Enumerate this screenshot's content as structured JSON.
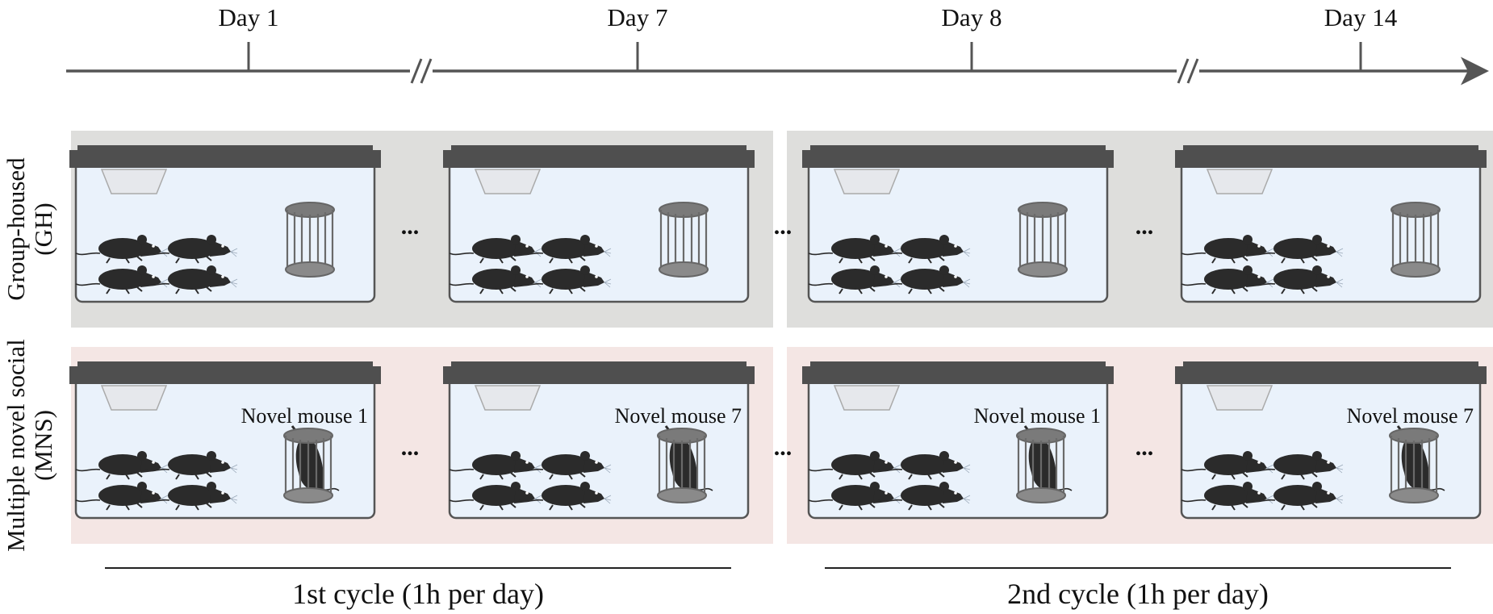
{
  "timeline": {
    "days": [
      {
        "label": "Day 1"
      },
      {
        "label": "Day 7"
      },
      {
        "label": "Day 8"
      },
      {
        "label": "Day 14"
      }
    ]
  },
  "rows": [
    {
      "label_line1": "Group-housed",
      "label_line2": "(GH)",
      "background": "#dededc"
    },
    {
      "label_line1": "Multiple novel social",
      "label_line2": "(MNS)",
      "background": "#f4e6e4"
    }
  ],
  "novel_labels": [
    "Novel mouse 1",
    "Novel mouse 7",
    "Novel mouse 1",
    "Novel mouse 7"
  ],
  "ellipsis": "...",
  "cycles": [
    {
      "label": "1st cycle (1h per day)"
    },
    {
      "label": "2nd cycle (1h per day)"
    }
  ],
  "colors": {
    "axis": "#555555",
    "tank_fill": "#eaf2fb",
    "tank_stroke": "#555555",
    "lid": "#4f4f4f",
    "mouse": "#2b2b2b",
    "cage": "#7a7a7a"
  }
}
